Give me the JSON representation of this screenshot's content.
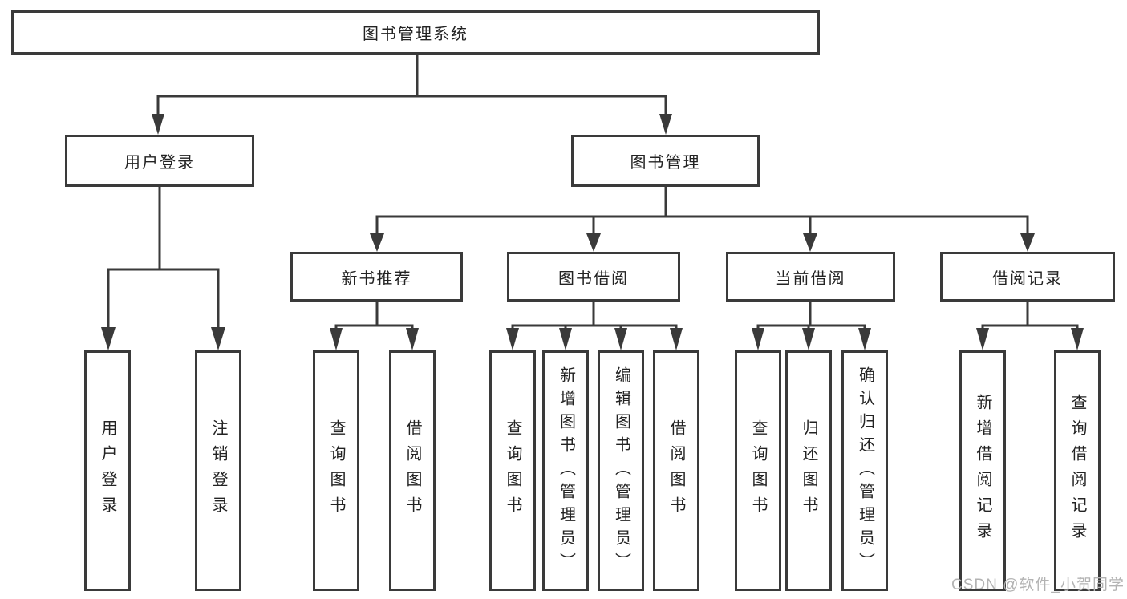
{
  "colors": {
    "line": "#3a3a3a",
    "box_border": "#3a3a3a",
    "text": "#232323",
    "background": "#ffffff",
    "watermark": "#b3b3b3"
  },
  "tree": {
    "root": {
      "label": "图书管理系统"
    },
    "branches": [
      {
        "label": "用户登录",
        "children": [
          {
            "label": "用户登录"
          },
          {
            "label": "注销登录"
          }
        ]
      },
      {
        "label": "图书管理",
        "children": [
          {
            "label": "新书推荐",
            "children": [
              {
                "label": "查询图书"
              },
              {
                "label": "借阅图书"
              }
            ]
          },
          {
            "label": "图书借阅",
            "children": [
              {
                "label": "查询图书"
              },
              {
                "label": "新增图书（管理员）"
              },
              {
                "label": "编辑图书（管理员）"
              },
              {
                "label": "借阅图书"
              }
            ]
          },
          {
            "label": "当前借阅",
            "children": [
              {
                "label": "查询图书"
              },
              {
                "label": "归还图书"
              },
              {
                "label": "确认归还（管理员）"
              }
            ]
          },
          {
            "label": "借阅记录",
            "children": [
              {
                "label": "新增借阅记录"
              },
              {
                "label": "查询借阅记录"
              }
            ]
          }
        ]
      }
    ]
  },
  "watermark": {
    "text": "CSDN @软件_小贺同学"
  }
}
